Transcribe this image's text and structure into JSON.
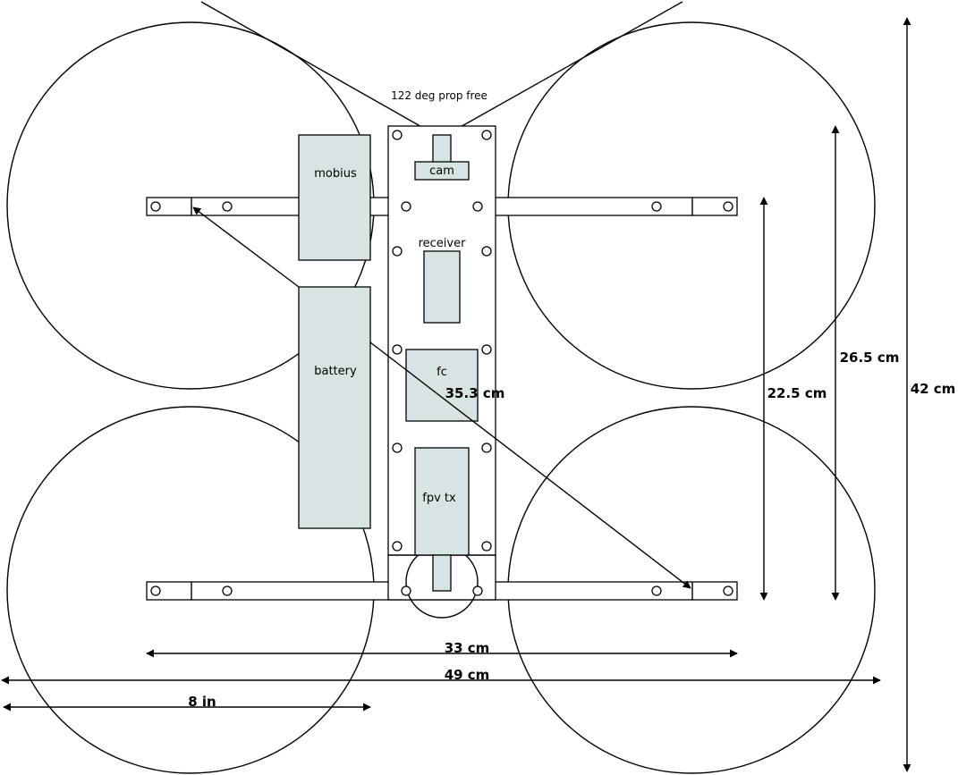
{
  "components": {
    "mobius": "mobius",
    "cam": "cam",
    "receiver": "receiver",
    "battery": "battery",
    "fc": "fc",
    "fpv_tx": "fpv tx"
  },
  "annotations": {
    "camera_fov": "122 deg prop free"
  },
  "dimensions": {
    "diagonal": "35.3 cm",
    "arm_spacing": "22.5 cm",
    "prop_span_vertical": "26.5 cm",
    "total_height": "42 cm",
    "arm_width": "33 cm",
    "total_width": "49 cm",
    "prop_size": "8 in"
  },
  "colors": {
    "part_fill": "#d8e4e4",
    "line": "#000000",
    "background": "#ffffff"
  }
}
